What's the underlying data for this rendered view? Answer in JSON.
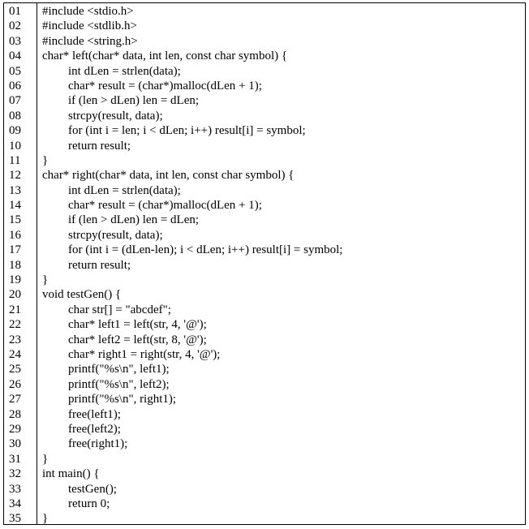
{
  "lines": [
    {
      "n": "01",
      "indent": 0,
      "code": "#include <stdio.h>"
    },
    {
      "n": "02",
      "indent": 0,
      "code": "#include <stdlib.h>"
    },
    {
      "n": "03",
      "indent": 0,
      "code": "#include <string.h>"
    },
    {
      "n": "04",
      "indent": 0,
      "code": "char* left(char* data, int len, const char symbol) {"
    },
    {
      "n": "05",
      "indent": 1,
      "code": "int dLen = strlen(data);"
    },
    {
      "n": "06",
      "indent": 1,
      "code": "char* result = (char*)malloc(dLen + 1);"
    },
    {
      "n": "07",
      "indent": 1,
      "code": "if (len > dLen) len = dLen;"
    },
    {
      "n": "08",
      "indent": 1,
      "code": "strcpy(result, data);"
    },
    {
      "n": "09",
      "indent": 1,
      "code": "for (int i = len; i < dLen; i++) result[i] = symbol;"
    },
    {
      "n": "10",
      "indent": 1,
      "code": "return result;"
    },
    {
      "n": "11",
      "indent": 0,
      "code": "}"
    },
    {
      "n": "12",
      "indent": 0,
      "code": "char* right(char* data, int len, const char symbol) {"
    },
    {
      "n": "13",
      "indent": 1,
      "code": "int dLen = strlen(data);"
    },
    {
      "n": "14",
      "indent": 1,
      "code": "char* result = (char*)malloc(dLen + 1);"
    },
    {
      "n": "15",
      "indent": 1,
      "code": "if (len > dLen) len = dLen;"
    },
    {
      "n": "16",
      "indent": 1,
      "code": "strcpy(result, data);"
    },
    {
      "n": "17",
      "indent": 1,
      "code": "for (int i = (dLen-len); i < dLen; i++) result[i] = symbol;"
    },
    {
      "n": "18",
      "indent": 1,
      "code": "return result;"
    },
    {
      "n": "19",
      "indent": 0,
      "code": "}"
    },
    {
      "n": "20",
      "indent": 0,
      "code": "void testGen() {"
    },
    {
      "n": "21",
      "indent": 1,
      "code": "char str[] = \"abcdef\";"
    },
    {
      "n": "22",
      "indent": 1,
      "code": "char* left1 = left(str, 4, '@');"
    },
    {
      "n": "23",
      "indent": 1,
      "code": "char* left2 = left(str, 8, '@');"
    },
    {
      "n": "24",
      "indent": 1,
      "code": "char* right1 = right(str, 4, '@');"
    },
    {
      "n": "25",
      "indent": 1,
      "code": "printf(\"%s\\n\", left1);"
    },
    {
      "n": "26",
      "indent": 1,
      "code": "printf(\"%s\\n\", left2);"
    },
    {
      "n": "27",
      "indent": 1,
      "code": "printf(\"%s\\n\", right1);"
    },
    {
      "n": "28",
      "indent": 1,
      "code": "free(left1);"
    },
    {
      "n": "29",
      "indent": 1,
      "code": "free(left2);"
    },
    {
      "n": "30",
      "indent": 1,
      "code": "free(right1);"
    },
    {
      "n": "31",
      "indent": 0,
      "code": "}"
    },
    {
      "n": "32",
      "indent": 0,
      "code": "int main() {"
    },
    {
      "n": "33",
      "indent": 1,
      "code": "testGen();"
    },
    {
      "n": "34",
      "indent": 1,
      "code": "return 0;"
    },
    {
      "n": "35",
      "indent": 0,
      "code": "}"
    }
  ]
}
